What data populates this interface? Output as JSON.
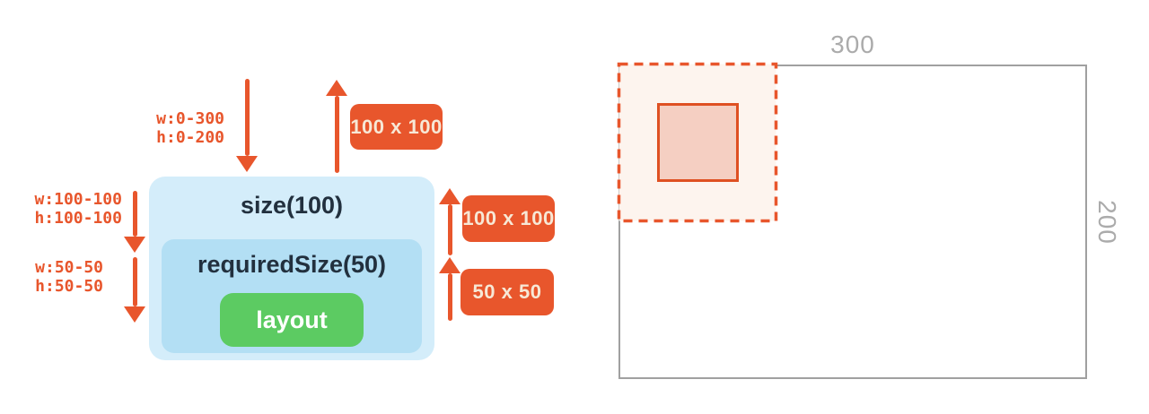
{
  "colors": {
    "orange": "#E8562C",
    "badge_text": "#F7E8D6",
    "outer_box_blue": "#D4EDFA",
    "inner_box_blue": "#B3DFF4",
    "layout_green": "#5CCB62",
    "dark_text": "#22303E",
    "gray_border": "#A0A0A0",
    "gray_label": "#ABABAB",
    "dashed_area_fill": "#FDF4EE",
    "solid_box_fill": "#F5CFC2",
    "solid_box_border": "#DF5022"
  },
  "left_diagram": {
    "incoming_constraints": {
      "line1": "w:0-300",
      "line2": "h:0-200"
    },
    "measured_size_badge": "100 x 100",
    "size_modifier_label": "size(100)",
    "size_constraints": {
      "line1": "w:100-100",
      "line2": "h:100-100"
    },
    "size_result_badge": "100 x 100",
    "required_size_modifier_label": "requiredSize(50)",
    "required_constraints": {
      "line1": "w:50-50",
      "line2": "h:50-50"
    },
    "required_result_badge": "50 x 50",
    "layout_node_label": "layout"
  },
  "right_diagram": {
    "container_width_label": "300",
    "container_height_label": "200"
  }
}
